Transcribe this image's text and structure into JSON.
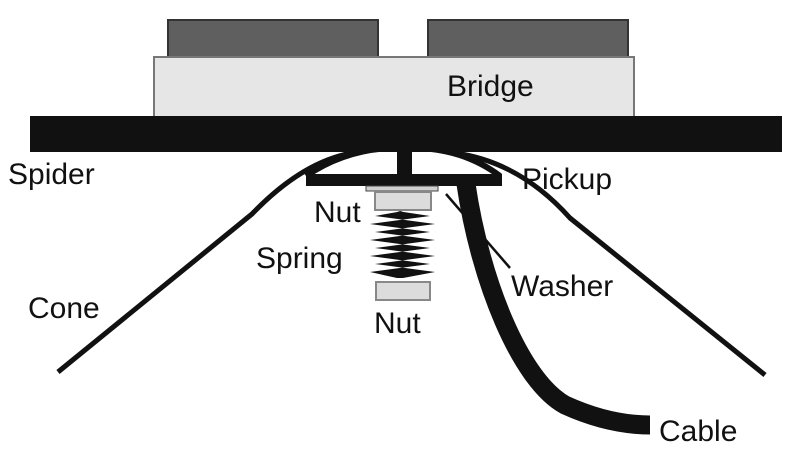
{
  "labels": {
    "bridge": "Bridge",
    "spider": "Spider",
    "pickup": "Pickup",
    "nut_top": "Nut",
    "spring": "Spring",
    "washer": "Washer",
    "cone": "Cone",
    "nut_bottom": "Nut",
    "cable": "Cable"
  },
  "colors": {
    "ink": "#111111",
    "bridge_fill": "#e6e6e6",
    "bridge_block": "#5f5f5f",
    "nut_fill": "#dcdcdc",
    "background": "#ffffff"
  }
}
